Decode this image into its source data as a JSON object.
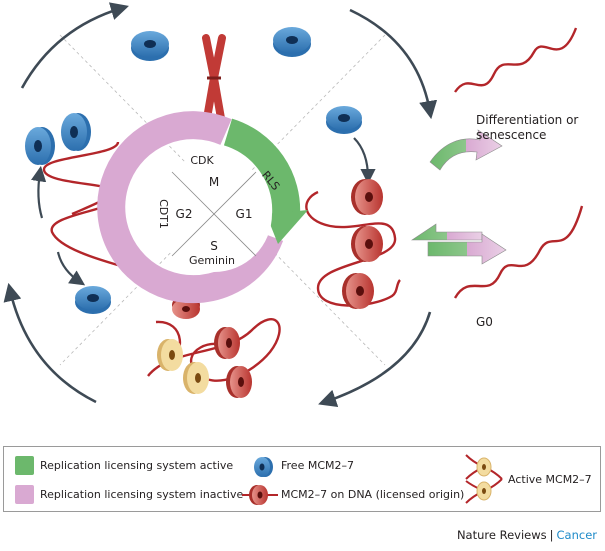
{
  "diagram": {
    "cycle_phases": {
      "m": "M",
      "g1": "G1",
      "s": "S",
      "g2": "G2"
    },
    "ring_labels": {
      "cdk": "CDK",
      "rls": "RLS",
      "cdt1": "CDT1",
      "geminin": "Geminin"
    },
    "outcomes": {
      "differentiation": "Differentiation or\nsenescence",
      "g0": "G0"
    }
  },
  "legend": {
    "active_system": "Replication licensing system active",
    "inactive_system": "Replication licensing system inactive",
    "free_mcm": "Free MCM2–7",
    "mcm_on_dna": "MCM2–7 on DNA (licensed origin)",
    "active_mcm": "Active MCM2–7"
  },
  "footer": {
    "journal": "Nature Reviews",
    "section": "Cancer"
  },
  "colors": {
    "green": "#6cb86c",
    "pink": "#d9a9d2",
    "blue_mcm": "#3d86c6",
    "red_mcm": "#c0403a",
    "dna": "#b3262a",
    "arrow": "#3e4a55",
    "yellow_mcm": "#f3dca0",
    "section_accent": "#1f8bc9"
  }
}
